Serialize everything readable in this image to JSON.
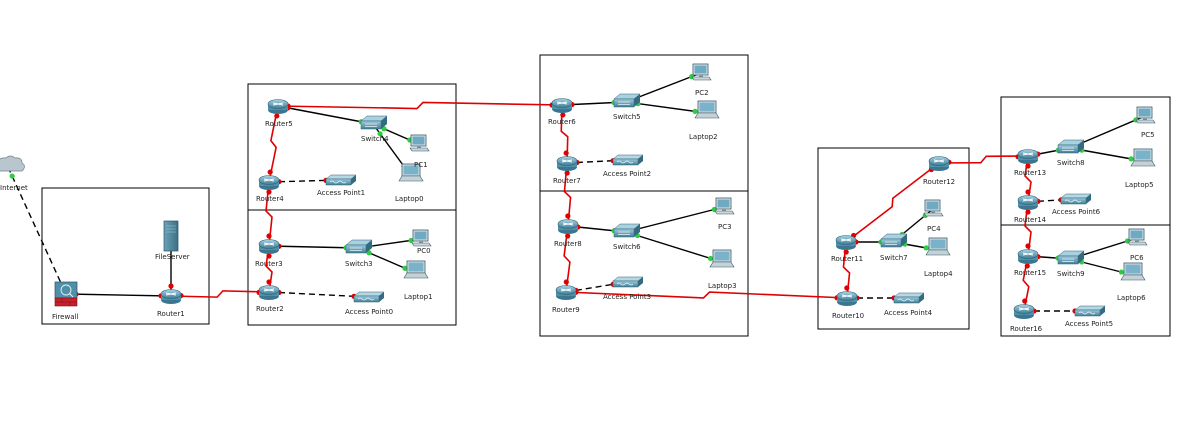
{
  "nodes": {
    "internet": {
      "label": "Internet",
      "type": "cloud"
    },
    "firewall": {
      "label": "Firewall",
      "type": "firewall"
    },
    "fileserver": {
      "label": "FileServer",
      "type": "server"
    },
    "router1": {
      "label": "Router1",
      "type": "router"
    },
    "router2": {
      "label": "Router2",
      "type": "router"
    },
    "router3": {
      "label": "Router3",
      "type": "router"
    },
    "router4": {
      "label": "Router4",
      "type": "router"
    },
    "router5": {
      "label": "Router5",
      "type": "router"
    },
    "switch4": {
      "label": "Switch4",
      "type": "switch"
    },
    "switch3": {
      "label": "Switch3",
      "type": "switch"
    },
    "ap1": {
      "label": "Access Point1",
      "type": "access-point"
    },
    "ap0": {
      "label": "Access Point0",
      "type": "access-point"
    },
    "pc1": {
      "label": "PC1",
      "type": "pc"
    },
    "pc0": {
      "label": "PC0",
      "type": "pc"
    },
    "laptop0": {
      "label": "Laptop0",
      "type": "laptop"
    },
    "laptop1": {
      "label": "Laptop1",
      "type": "laptop"
    },
    "router6": {
      "label": "Router6",
      "type": "router"
    },
    "router7": {
      "label": "Router7",
      "type": "router"
    },
    "router8": {
      "label": "Router8",
      "type": "router"
    },
    "router9": {
      "label": "Router9",
      "type": "router"
    },
    "switch5": {
      "label": "Switch5",
      "type": "switch"
    },
    "switch6": {
      "label": "Switch6",
      "type": "switch"
    },
    "pc2": {
      "label": "PC2",
      "type": "pc"
    },
    "pc3": {
      "label": "PC3",
      "type": "pc"
    },
    "laptop2": {
      "label": "Laptop2",
      "type": "laptop"
    },
    "laptop3": {
      "label": "Laptop3",
      "type": "laptop"
    },
    "ap2": {
      "label": "Access Point2",
      "type": "access-point"
    },
    "ap3": {
      "label": "Access Point3",
      "type": "access-point"
    },
    "router10": {
      "label": "Router10",
      "type": "router"
    },
    "router11": {
      "label": "Router11",
      "type": "router"
    },
    "router12": {
      "label": "Router12",
      "type": "router"
    },
    "switch7": {
      "label": "Switch7",
      "type": "switch"
    },
    "pc4": {
      "label": "PC4",
      "type": "pc"
    },
    "laptop4": {
      "label": "Laptop4",
      "type": "laptop"
    },
    "ap4": {
      "label": "Access Point4",
      "type": "access-point"
    },
    "router13": {
      "label": "Router13",
      "type": "router"
    },
    "router14": {
      "label": "Router14",
      "type": "router"
    },
    "router15": {
      "label": "Router15",
      "type": "router"
    },
    "router16": {
      "label": "Router16",
      "type": "router"
    },
    "switch8": {
      "label": "Switch8",
      "type": "switch"
    },
    "switch9": {
      "label": "Switch9",
      "type": "switch"
    },
    "pc5": {
      "label": "PC5",
      "type": "pc"
    },
    "pc6": {
      "label": "PC6",
      "type": "pc"
    },
    "laptop5": {
      "label": "Laptop5",
      "type": "laptop"
    },
    "laptop6": {
      "label": "Laptop6",
      "type": "laptop"
    },
    "ap5": {
      "label": "Access Point5",
      "type": "access-point"
    },
    "ap6": {
      "label": "Access Point6",
      "type": "access-point"
    }
  },
  "links": [
    {
      "from": "internet",
      "to": "firewall",
      "style": "dashed",
      "color": "#000000"
    },
    {
      "from": "firewall",
      "to": "router1",
      "style": "solid",
      "color": "#000000"
    },
    {
      "from": "fileserver",
      "to": "router1",
      "style": "solid",
      "color": "#000000"
    },
    {
      "from": "router1",
      "to": "router2",
      "style": "serial",
      "color": "#e00000"
    },
    {
      "from": "router2",
      "to": "router3",
      "style": "serial",
      "color": "#e00000"
    },
    {
      "from": "router3",
      "to": "router4",
      "style": "serial",
      "color": "#e00000"
    },
    {
      "from": "router4",
      "to": "router5",
      "style": "serial",
      "color": "#e00000"
    },
    {
      "from": "router5",
      "to": "router6",
      "style": "serial",
      "color": "#e00000"
    },
    {
      "from": "router5",
      "to": "switch4",
      "style": "solid",
      "color": "#000000"
    },
    {
      "from": "switch4",
      "to": "pc1",
      "style": "solid",
      "color": "#000000"
    },
    {
      "from": "switch4",
      "to": "laptop0",
      "style": "solid",
      "color": "#000000"
    },
    {
      "from": "router4",
      "to": "ap1",
      "style": "dashed",
      "color": "#000000"
    },
    {
      "from": "router3",
      "to": "switch3",
      "style": "solid",
      "color": "#000000"
    },
    {
      "from": "switch3",
      "to": "pc0",
      "style": "solid",
      "color": "#000000"
    },
    {
      "from": "switch3",
      "to": "laptop1",
      "style": "solid",
      "color": "#000000"
    },
    {
      "from": "router2",
      "to": "ap0",
      "style": "dashed",
      "color": "#000000"
    },
    {
      "from": "router6",
      "to": "switch5",
      "style": "solid",
      "color": "#000000"
    },
    {
      "from": "switch5",
      "to": "pc2",
      "style": "solid",
      "color": "#000000"
    },
    {
      "from": "switch5",
      "to": "laptop2",
      "style": "solid",
      "color": "#000000"
    },
    {
      "from": "router6",
      "to": "router7",
      "style": "serial",
      "color": "#e00000"
    },
    {
      "from": "router7",
      "to": "ap2",
      "style": "dashed",
      "color": "#000000"
    },
    {
      "from": "router7",
      "to": "router8",
      "style": "serial",
      "color": "#e00000"
    },
    {
      "from": "router8",
      "to": "switch6",
      "style": "solid",
      "color": "#000000"
    },
    {
      "from": "switch6",
      "to": "pc3",
      "style": "solid",
      "color": "#000000"
    },
    {
      "from": "switch6",
      "to": "laptop3",
      "style": "solid",
      "color": "#000000"
    },
    {
      "from": "router8",
      "to": "router9",
      "style": "serial",
      "color": "#e00000"
    },
    {
      "from": "router9",
      "to": "ap3",
      "style": "dashed",
      "color": "#000000"
    },
    {
      "from": "router9",
      "to": "router10",
      "style": "serial",
      "color": "#e00000"
    },
    {
      "from": "router10",
      "to": "router11",
      "style": "serial",
      "color": "#e00000"
    },
    {
      "from": "router10",
      "to": "ap4",
      "style": "dashed",
      "color": "#000000"
    },
    {
      "from": "router11",
      "to": "router12",
      "style": "serial",
      "color": "#e00000"
    },
    {
      "from": "router11",
      "to": "switch7",
      "style": "solid",
      "color": "#000000"
    },
    {
      "from": "switch7",
      "to": "pc4",
      "style": "solid",
      "color": "#000000"
    },
    {
      "from": "switch7",
      "to": "laptop4",
      "style": "solid",
      "color": "#000000"
    },
    {
      "from": "router12",
      "to": "router13",
      "style": "serial",
      "color": "#e00000"
    },
    {
      "from": "router13",
      "to": "switch8",
      "style": "solid",
      "color": "#000000"
    },
    {
      "from": "switch8",
      "to": "pc5",
      "style": "solid",
      "color": "#000000"
    },
    {
      "from": "switch8",
      "to": "laptop5",
      "style": "solid",
      "color": "#000000"
    },
    {
      "from": "router13",
      "to": "router14",
      "style": "serial",
      "color": "#e00000"
    },
    {
      "from": "router14",
      "to": "ap6",
      "style": "dashed",
      "color": "#000000"
    },
    {
      "from": "router14",
      "to": "router15",
      "style": "serial",
      "color": "#e00000"
    },
    {
      "from": "router15",
      "to": "switch9",
      "style": "solid",
      "color": "#000000"
    },
    {
      "from": "switch9",
      "to": "pc6",
      "style": "solid",
      "color": "#000000"
    },
    {
      "from": "switch9",
      "to": "laptop6",
      "style": "solid",
      "color": "#000000"
    },
    {
      "from": "router15",
      "to": "router16",
      "style": "serial",
      "color": "#e00000"
    },
    {
      "from": "router16",
      "to": "ap5",
      "style": "dashed",
      "color": "#000000"
    }
  ],
  "colors": {
    "serial_link": "#e00000",
    "port_down": "#e00000",
    "port_up": "#2ecc40",
    "router_body": "#4f8fa8",
    "switch_body": "#5e9db5",
    "area_border": "#000000"
  }
}
